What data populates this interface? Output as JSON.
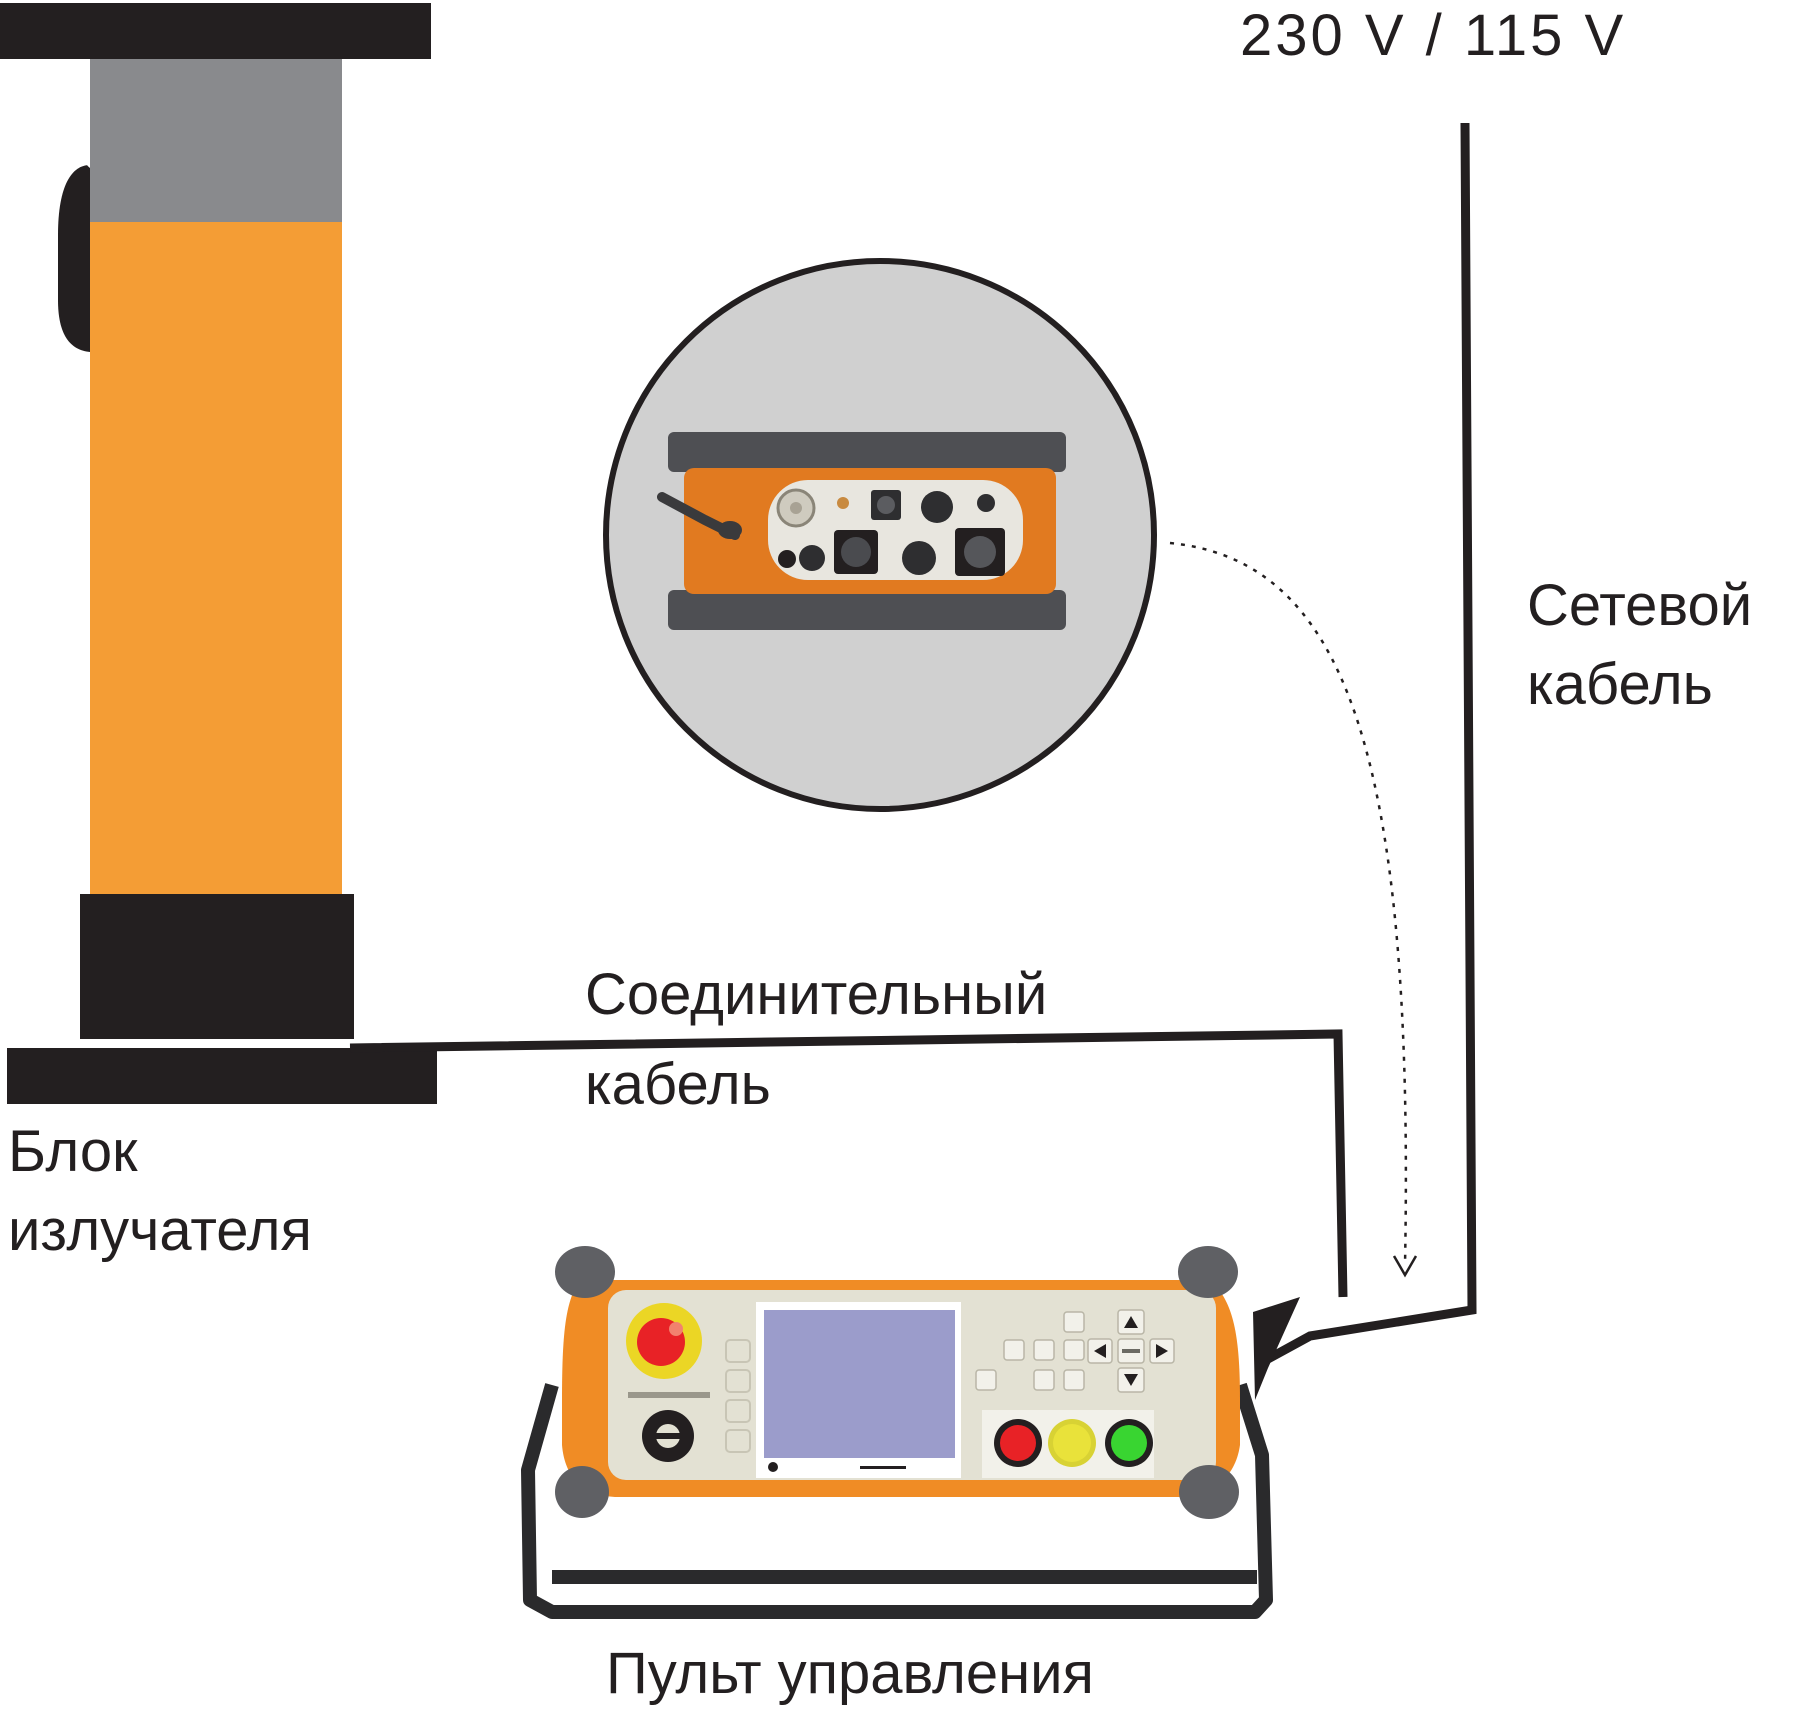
{
  "labels": {
    "voltage": "230 V / 115 V",
    "mains_cable_line1": "Сетевой",
    "mains_cable_line2": "кабель",
    "connecting_cable_line1": "Соединительный",
    "connecting_cable_line2": "кабель",
    "emitter_line1": "Блок",
    "emitter_line2": "излучателя",
    "control_panel": "Пульт управления"
  },
  "colors": {
    "emitter_orange": "#f49d35",
    "emitter_cap_gray": "#898a8d",
    "black": "#231f20",
    "panel_orange": "#f08c25",
    "panel_face": "#e3e1d3",
    "screen": "#9b9ccb",
    "button_red": "#e82226",
    "button_yellow": "#e9e23a",
    "button_green": "#39d531",
    "inset_bg": "#d0d0d0"
  },
  "icons": {
    "emergency_stop": "emergency-stop-icon",
    "key_switch": "key-switch-icon",
    "arrow_up": "arrow-up-icon",
    "arrow_down": "arrow-down-icon",
    "arrow_left": "arrow-left-icon",
    "arrow_right": "arrow-right-icon"
  }
}
